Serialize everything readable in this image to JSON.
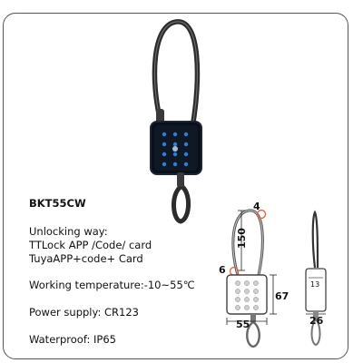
{
  "product": {
    "model": "BKT55CW",
    "unlocking_title": "Unlocking way:",
    "unlocking_methods": [
      "TTLock APP /Code/ card",
      "TuyaAPP+code+ Card"
    ],
    "working_temperature": "Working temperature:-10~55℃",
    "power_supply": "Power supply: CR123",
    "waterproof": "Waterproof: IP65"
  },
  "dimensions": {
    "cable_diameter": "4",
    "cable_length": "150",
    "shackle_diameter": "6",
    "body_height": "67",
    "body_width": "55",
    "side_depth": "26",
    "side_label": "13"
  },
  "colors": {
    "lock_body": "#0a0f1c",
    "keypad_glow": "#2f7fd8",
    "cable": "#3a3a3a",
    "highlight": "#e06a4a"
  }
}
